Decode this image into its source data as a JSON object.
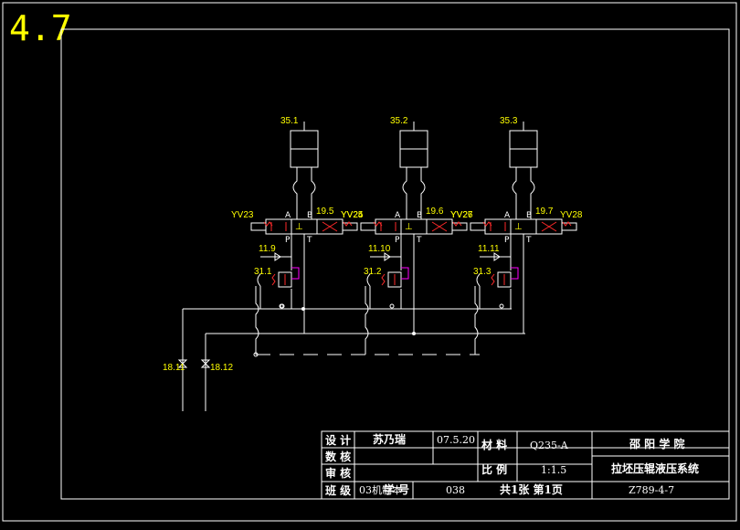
{
  "sheet_number": "4.7",
  "cylinders": [
    {
      "label": "35.1",
      "valve_label": "19.5",
      "left_coil": "YV23",
      "right_coil": "YV24",
      "throttle": "11.9",
      "relief": "31.1"
    },
    {
      "label": "35.2",
      "valve_label": "19.6",
      "left_coil": "YV25",
      "right_coil": "YV26",
      "throttle": "11.10",
      "relief": "31.2"
    },
    {
      "label": "35.3",
      "valve_label": "19.7",
      "left_coil": "YV27",
      "right_coil": "YV28",
      "throttle": "11.11",
      "relief": "31.3"
    }
  ],
  "port_labels": {
    "a": "A",
    "b": "B",
    "p": "P",
    "t": "T"
  },
  "supply_valves": [
    "18.11",
    "18.12"
  ],
  "title_block": {
    "design_label": "设 计",
    "design_name": "苏乃瑞",
    "design_date": "07.5.20",
    "proof_label": "数 核",
    "review_label": "审 核",
    "class_label": "班 级",
    "class_value": "03机制本",
    "student_no_label": "学 号",
    "student_no": "038",
    "material_label": "材 料",
    "material": "Q235-A",
    "scale_label": "比 例",
    "scale": "1:1.5",
    "sheets": "共1张 第1页",
    "school": "邵 阳 学 院",
    "drawing_title": "拉坯压辊液压系统",
    "drawing_no": "Z789-4-7"
  },
  "colors": {
    "line": "#ffffff",
    "label": "#ffff00",
    "coil": "#ff2a2a",
    "check": "#ff00ff"
  }
}
